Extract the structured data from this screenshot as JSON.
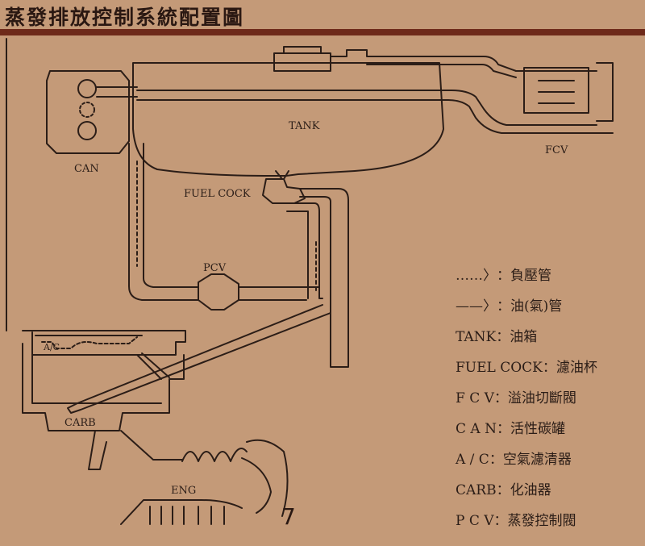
{
  "title": "蒸發排放控制系統配置圖",
  "page_number": "7",
  "colors": {
    "background": "#c49a78",
    "ink": "#2b1d17",
    "title_rule": "#6e2a1a"
  },
  "diagram": {
    "labels": {
      "tank": "TANK",
      "can": "CAN",
      "fcv": "FCV",
      "fuel_cock": "FUEL COCK",
      "pcv": "PCV",
      "carb": "CARB",
      "eng": "ENG",
      "ac": "A/C"
    }
  },
  "legend": [
    {
      "symbol": "……〉",
      "sep": "：",
      "meaning": "負壓管"
    },
    {
      "symbol": "——〉",
      "sep": "：",
      "meaning": "油(氣)管"
    },
    {
      "symbol": "TANK",
      "sep": "：",
      "meaning": "油箱"
    },
    {
      "symbol": "FUEL COCK",
      "sep": "：",
      "meaning": "濾油杯"
    },
    {
      "symbol": "F C V",
      "sep": "：",
      "meaning": "溢油切斷閥"
    },
    {
      "symbol": "C A N",
      "sep": "：",
      "meaning": "活性碳罐"
    },
    {
      "symbol": "A / C",
      "sep": "：",
      "meaning": "空氣濾清器"
    },
    {
      "symbol": "CARB",
      "sep": "：",
      "meaning": "化油器"
    },
    {
      "symbol": "P C V",
      "sep": "：",
      "meaning": "蒸發控制閥"
    }
  ]
}
